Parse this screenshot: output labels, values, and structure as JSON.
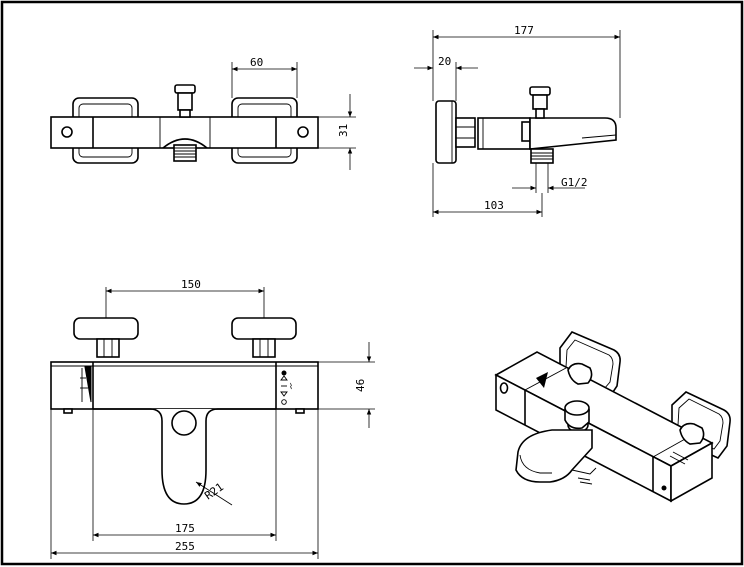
{
  "dimensions": {
    "top_view": {
      "handle_width": "60",
      "body_height": "31"
    },
    "side_view": {
      "overall_depth": "177",
      "wall_plate": "20",
      "outlet_thread": "G1/2",
      "outlet_offset": "103"
    },
    "front_view": {
      "handle_spacing": "150",
      "body_height": "46",
      "outlet_radius": "R21",
      "inner_width": "175",
      "overall_width": "255"
    }
  },
  "colors": {
    "line": "#000000",
    "background": "#ffffff"
  }
}
